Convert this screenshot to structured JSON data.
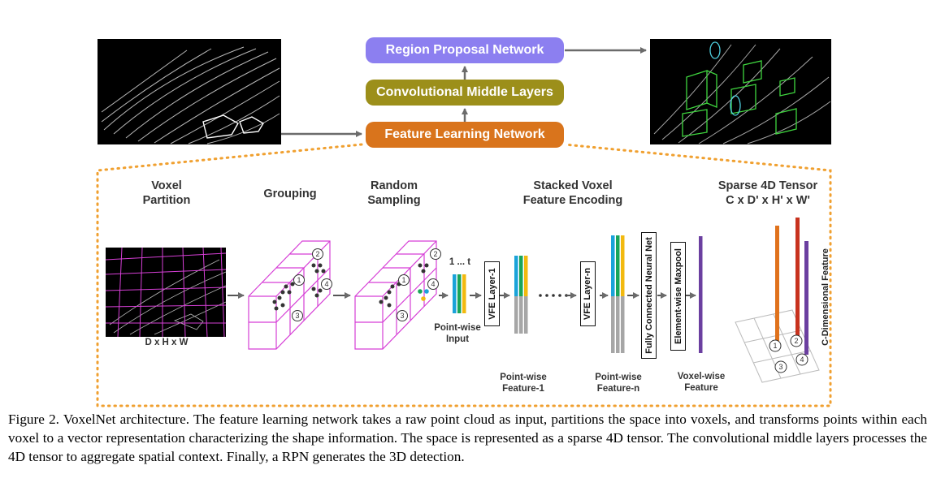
{
  "top_boxes": {
    "rpn": "Region Proposal Network",
    "cml": "Convolutional Middle Layers",
    "fln": "Feature Learning Network"
  },
  "steps": {
    "voxel_partition_l1": "Voxel",
    "voxel_partition_l2": "Partition",
    "grouping": "Grouping",
    "random_sampling_l1": "Random",
    "random_sampling_l2": "Sampling",
    "svfe_l1": "Stacked Voxel",
    "svfe_l2": "Feature Encoding",
    "sparse_l1": "Sparse 4D Tensor",
    "sparse_l2": "C x D' x H' x W'"
  },
  "labels": {
    "dhw": "D x H x W",
    "one_to_t": "1 ... t",
    "pointwise_input_l1": "Point-wise",
    "pointwise_input_l2": "Input",
    "vfe1": "VFE Layer-1",
    "vfen": "VFE Layer-n",
    "fcn": "Fully Connected Neural Net",
    "maxpool": "Element-wise Maxpool",
    "pwf1_l1": "Point-wise",
    "pwf1_l2": "Feature-1",
    "pwfn_l1": "Point-wise",
    "pwfn_l2": "Feature-n",
    "vwf_l1": "Voxel-wise",
    "vwf_l2": "Feature",
    "cdim": "C-Dimensional Feature",
    "circle_1": "1",
    "circle_2": "2",
    "circle_3": "3",
    "circle_4": "4"
  },
  "caption": "Figure 2. VoxelNet architecture. The feature learning network takes a raw point cloud as input, partitions the space into voxels, and transforms points within each voxel to a vector representation characterizing the shape information. The space is represented as a sparse 4D tensor. The convolutional middle layers processes the 4D tensor to aggregate spatial context. Finally, a RPN generates the 3D detection.",
  "colors": {
    "rpn": "#8c7ff0",
    "cml": "#9c8f1a",
    "fln": "#d9741c",
    "dotted": "#f0a030",
    "voxel_grid": "#d63fd6",
    "arrow": "#6b6b6b",
    "bar_blue": "#1aa3d9",
    "bar_green": "#19a55a",
    "bar_yellow": "#f2b90f",
    "bar_gray": "#a6a6a6",
    "bar_purple": "#6b3fa0",
    "bar_orange": "#e0721c",
    "bar_red": "#c8321e",
    "detect_green": "#3fd63f",
    "detect_cyan": "#4fd0e0"
  }
}
